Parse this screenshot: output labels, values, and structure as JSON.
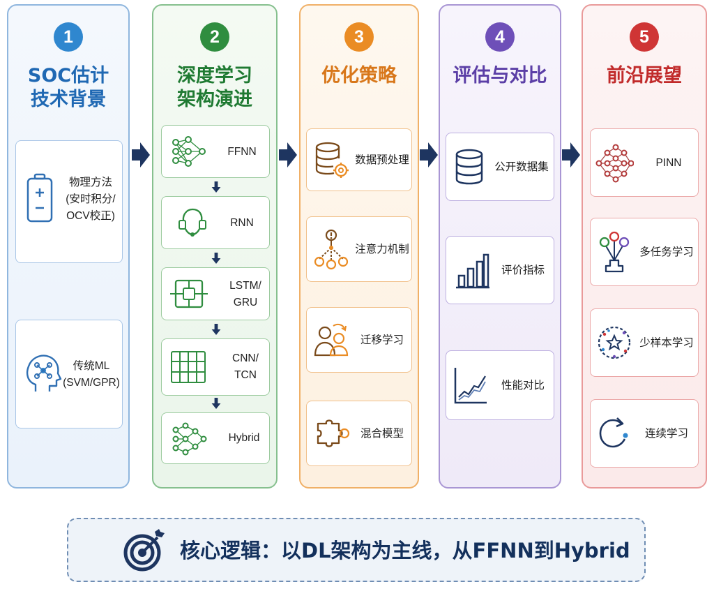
{
  "columns": [
    {
      "number": "1",
      "title_line1": "SOC估计",
      "title_line2": "技术背景",
      "cards": [
        {
          "icon": "battery-icon",
          "lines": [
            "物理方法",
            "(安时积分/",
            "OCV校正)"
          ]
        },
        {
          "icon": "brain-network-icon",
          "lines": [
            "传统ML",
            "(SVM/GPR)"
          ]
        }
      ]
    },
    {
      "number": "2",
      "title_line1": "深度学习",
      "title_line2": "架构演进",
      "cards": [
        {
          "icon": "neural-net-icon",
          "lines": [
            "FFNN"
          ]
        },
        {
          "icon": "recurrent-loop-icon",
          "lines": [
            "RNN"
          ]
        },
        {
          "icon": "lstm-cell-icon",
          "lines": [
            "LSTM/",
            "GRU"
          ]
        },
        {
          "icon": "conv-grid-icon",
          "lines": [
            "CNN/",
            "TCN"
          ]
        },
        {
          "icon": "hybrid-net-icon",
          "lines": [
            "Hybrid"
          ]
        }
      ]
    },
    {
      "number": "3",
      "title_line1": "优化策略",
      "title_line2": "",
      "cards": [
        {
          "icon": "database-gear-icon",
          "lines": [
            "数据预处理"
          ]
        },
        {
          "icon": "attention-nodes-icon",
          "lines": [
            "注意力机制"
          ]
        },
        {
          "icon": "users-transfer-icon",
          "lines": [
            "迁移学习"
          ]
        },
        {
          "icon": "puzzle-icon",
          "lines": [
            "混合模型"
          ]
        }
      ]
    },
    {
      "number": "4",
      "title_line1": "评估与对比",
      "title_line2": "",
      "cards": [
        {
          "icon": "database-icon",
          "lines": [
            "公开数据集"
          ]
        },
        {
          "icon": "bar-chart-icon",
          "lines": [
            "评价指标"
          ]
        },
        {
          "icon": "line-chart-icon",
          "lines": [
            "性能对比"
          ]
        }
      ]
    },
    {
      "number": "5",
      "title_line1": "前沿展望",
      "title_line2": "",
      "cards": [
        {
          "icon": "pinn-network-icon",
          "lines": [
            "PINN"
          ]
        },
        {
          "icon": "multi-task-icon",
          "lines": [
            "多任务学习"
          ]
        },
        {
          "icon": "few-shot-star-icon",
          "lines": [
            "少样本学习"
          ]
        },
        {
          "icon": "refresh-cycle-icon",
          "lines": [
            "连续学习"
          ]
        }
      ]
    }
  ],
  "core": {
    "icon": "target-icon",
    "text": "核心逻辑：以DL架构为主线，从FFNN到Hybrid"
  },
  "colors": {
    "blue": "#2f87cf",
    "green": "#2f8d3f",
    "orange": "#ea8c24",
    "purple": "#6e4fb8",
    "red": "#cf3535",
    "navy": "#1e3560"
  }
}
